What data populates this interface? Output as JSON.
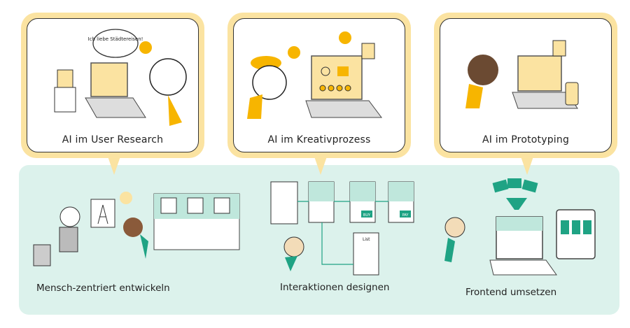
{
  "top_cards": [
    {
      "title": "AI im User Research",
      "speech": "Ich liebe Städtereisen!"
    },
    {
      "title": "AI im Kreativprozess"
    },
    {
      "title": "AI im Prototyping"
    }
  ],
  "bottom_sections": [
    {
      "label": "Mensch-zentriert entwickeln"
    },
    {
      "label": "Interaktionen designen",
      "buy_label": "BUY",
      "pay_label": "PAY",
      "list_label": "List"
    },
    {
      "label": "Frontend umsetzen"
    }
  ],
  "colors": {
    "yellow": "#f7b500",
    "yellow_frame": "#fbe3a1",
    "mint": "#dcf2ec",
    "teal": "#1fa384"
  }
}
